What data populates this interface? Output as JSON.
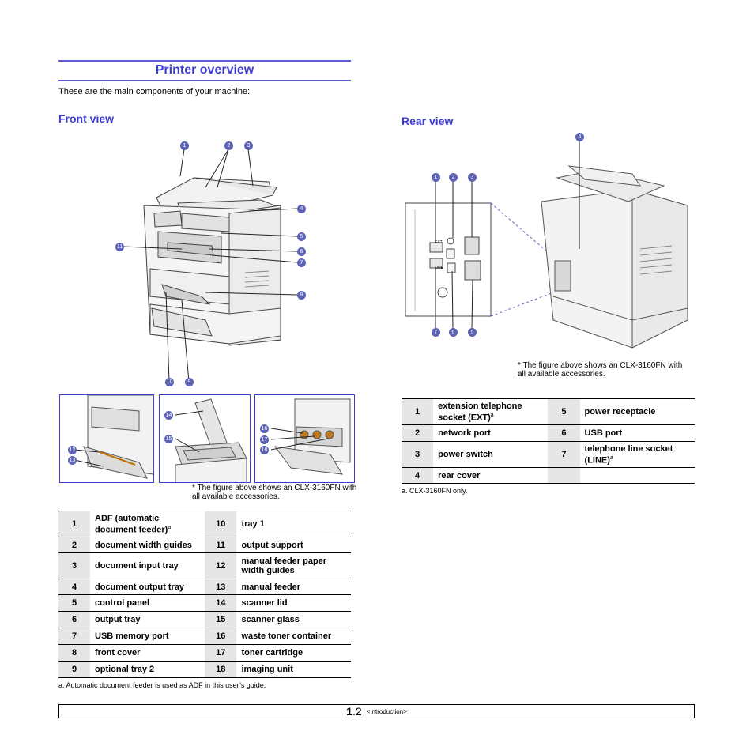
{
  "page": {
    "title": "Printer overview",
    "intro": "These are the main components of your machine:"
  },
  "front_view": {
    "heading": "Front view",
    "callouts_main": [
      "1",
      "2",
      "3",
      "4",
      "5",
      "6",
      "7",
      "8",
      "9",
      "10",
      "11"
    ],
    "callouts_detail": [
      "12",
      "13",
      "14",
      "15",
      "16",
      "17",
      "18"
    ],
    "accessory_note": "* The figure above shows an CLX-3160FN with all available accessories.",
    "table": [
      [
        {
          "n": "1",
          "label": "ADF (automatic document feeder)",
          "sup": "a"
        },
        {
          "n": "10",
          "label": "tray 1"
        }
      ],
      [
        {
          "n": "2",
          "label": "document width guides"
        },
        {
          "n": "11",
          "label": "output support"
        }
      ],
      [
        {
          "n": "3",
          "label": "document input tray"
        },
        {
          "n": "12",
          "label": "manual feeder paper width guides"
        }
      ],
      [
        {
          "n": "4",
          "label": "document output tray"
        },
        {
          "n": "13",
          "label": "manual feeder"
        }
      ],
      [
        {
          "n": "5",
          "label": "control panel"
        },
        {
          "n": "14",
          "label": "scanner lid"
        }
      ],
      [
        {
          "n": "6",
          "label": "output tray"
        },
        {
          "n": "15",
          "label": "scanner glass"
        }
      ],
      [
        {
          "n": "7",
          "label": "USB memory port"
        },
        {
          "n": "16",
          "label": "waste toner container"
        }
      ],
      [
        {
          "n": "8",
          "label": "front cover"
        },
        {
          "n": "17",
          "label": "toner cartridge"
        }
      ],
      [
        {
          "n": "9",
          "label": "optional tray 2"
        },
        {
          "n": "18",
          "label": "imaging unit"
        }
      ]
    ],
    "footnote": "a. Automatic document feeder is used as ADF in this user’s guide."
  },
  "rear_view": {
    "heading": "Rear view",
    "callouts": [
      "1",
      "2",
      "3",
      "4",
      "5",
      "6",
      "7"
    ],
    "port_labels": [
      "EXT",
      "LINE"
    ],
    "accessory_note": "* The figure above shows an CLX-3160FN with all available accessories.",
    "table": [
      [
        {
          "n": "1",
          "label": "extension telephone socket (EXT)",
          "sup": "a"
        },
        {
          "n": "5",
          "label": "power receptacle"
        }
      ],
      [
        {
          "n": "2",
          "label": "network port"
        },
        {
          "n": "6",
          "label": "USB port"
        }
      ],
      [
        {
          "n": "3",
          "label": "power switch"
        },
        {
          "n": "7",
          "label": "telephone line socket (LINE)",
          "sup": "a"
        }
      ],
      [
        {
          "n": "4",
          "label": "rear cover"
        },
        {
          "n": "",
          "label": ""
        }
      ]
    ],
    "footnote": "a. CLX-3160FN only."
  },
  "footer": {
    "page_major": "1",
    "page_minor": ".2",
    "chapter": "<Introduction>"
  },
  "colors": {
    "accent": "#3d3dd6",
    "callout": "#5c62b5",
    "table_num_bg": "#e6e6e6"
  }
}
